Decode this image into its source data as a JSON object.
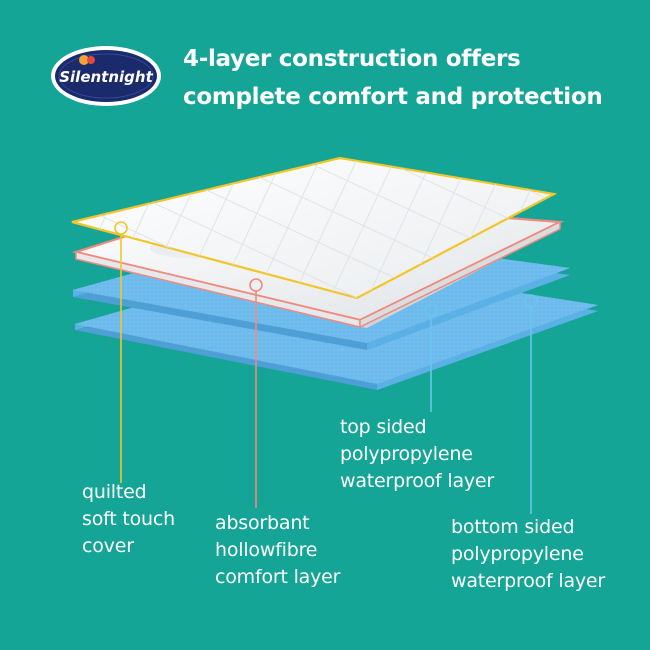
{
  "brand": {
    "logo_text": "Silentnight",
    "colors": {
      "badge_bg": "#1b2a6b",
      "badge_ring": "#ffffff"
    }
  },
  "headline": {
    "line1": "4-layer construction offers",
    "line2": "complete comfort and protection"
  },
  "layers": [
    {
      "id": "quilted",
      "lines": [
        "quilted",
        "soft touch",
        "cover"
      ],
      "color": "#f2c629"
    },
    {
      "id": "hollowfibre",
      "lines": [
        "absorbant",
        "hollowfibre",
        "comfort layer"
      ],
      "color": "#f08a7e"
    },
    {
      "id": "top-sided",
      "lines": [
        "top sided",
        "polypropylene",
        "waterproof layer"
      ],
      "color": "#67c7ea"
    },
    {
      "id": "bottom-sided",
      "lines": [
        "bottom sided",
        "polypropylene",
        "waterproof layer"
      ],
      "color": "#67c7ea"
    }
  ],
  "colors": {
    "background": "#14a596",
    "blue_layer": "#69b9ea",
    "blue_edge": "#4e9fd6",
    "white_layer": "#f7f8fa"
  }
}
